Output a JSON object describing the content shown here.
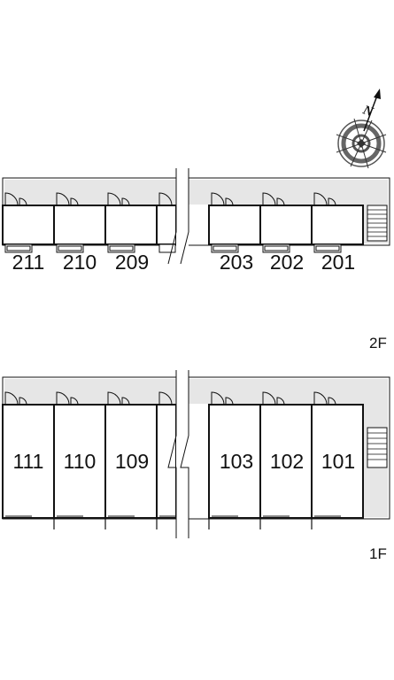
{
  "compass": {
    "label": "N",
    "icon": "compass-rose-icon"
  },
  "floors": [
    {
      "label": "2F",
      "units_left": [
        "211",
        "210",
        "209",
        ""
      ],
      "units_right": [
        "203",
        "202",
        "201"
      ],
      "has_balconies": true
    },
    {
      "label": "1F",
      "units_left": [
        "111",
        "110",
        "109",
        ""
      ],
      "units_right": [
        "103",
        "102",
        "101"
      ],
      "has_balconies": false
    }
  ],
  "colors": {
    "line": "#111111",
    "corridor": "#e6e6e6",
    "background": "#ffffff"
  }
}
